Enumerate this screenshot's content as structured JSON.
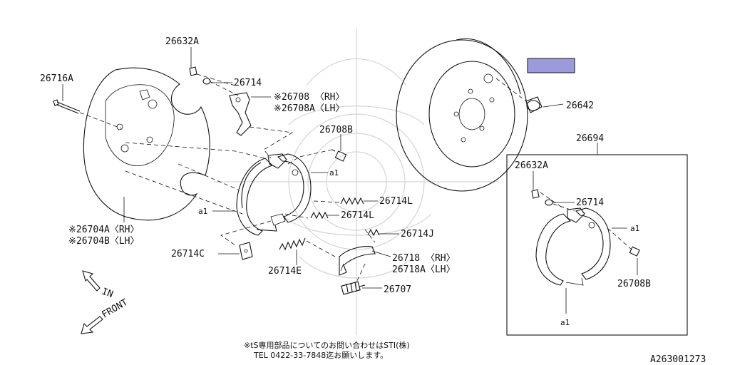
{
  "callouts": {
    "p26632a_top": "26632A",
    "p26714_top": "26714",
    "p26716a": "26716A",
    "p26708_rh": "※26708 〈RH〉",
    "p26708a_lh": "※26708A〈LH〉",
    "p26708b_top": "26708B",
    "a1_shoe_right": "a1",
    "a1_shoe_left": "a1",
    "p26714l_upper": "26714L",
    "p26714l_lower": "26714L",
    "p26714j": "26714J",
    "p26704a_rh": "※26704A〈RH〉",
    "p26704b_lh": "※26704B〈LH〉",
    "p26714c": "26714C",
    "p26714e": "26714E",
    "p26718_rh": "26718 〈RH〉",
    "p26718a_lh": "26718A〈LH〉",
    "p26707": "26707",
    "p26642": "26642",
    "p26694": "26694",
    "kit_26632a": "26632A",
    "kit_26714": "26714",
    "kit_a1_right": "a1",
    "kit_a1_bottom": "a1",
    "kit_26708b": "26708B"
  },
  "directions": {
    "in": "IN",
    "front": "FRONT"
  },
  "footer_note": {
    "line1": "※tS専用部品についてのお問い合わせはSTI(株)",
    "line2": "TEL 0422-33-7848迄お願いします。"
  },
  "diagram_code": "A263001273",
  "colors": {
    "highlight_tag": "#9b9bdc",
    "line": "#111111",
    "watermark": "#d4d4d4"
  }
}
